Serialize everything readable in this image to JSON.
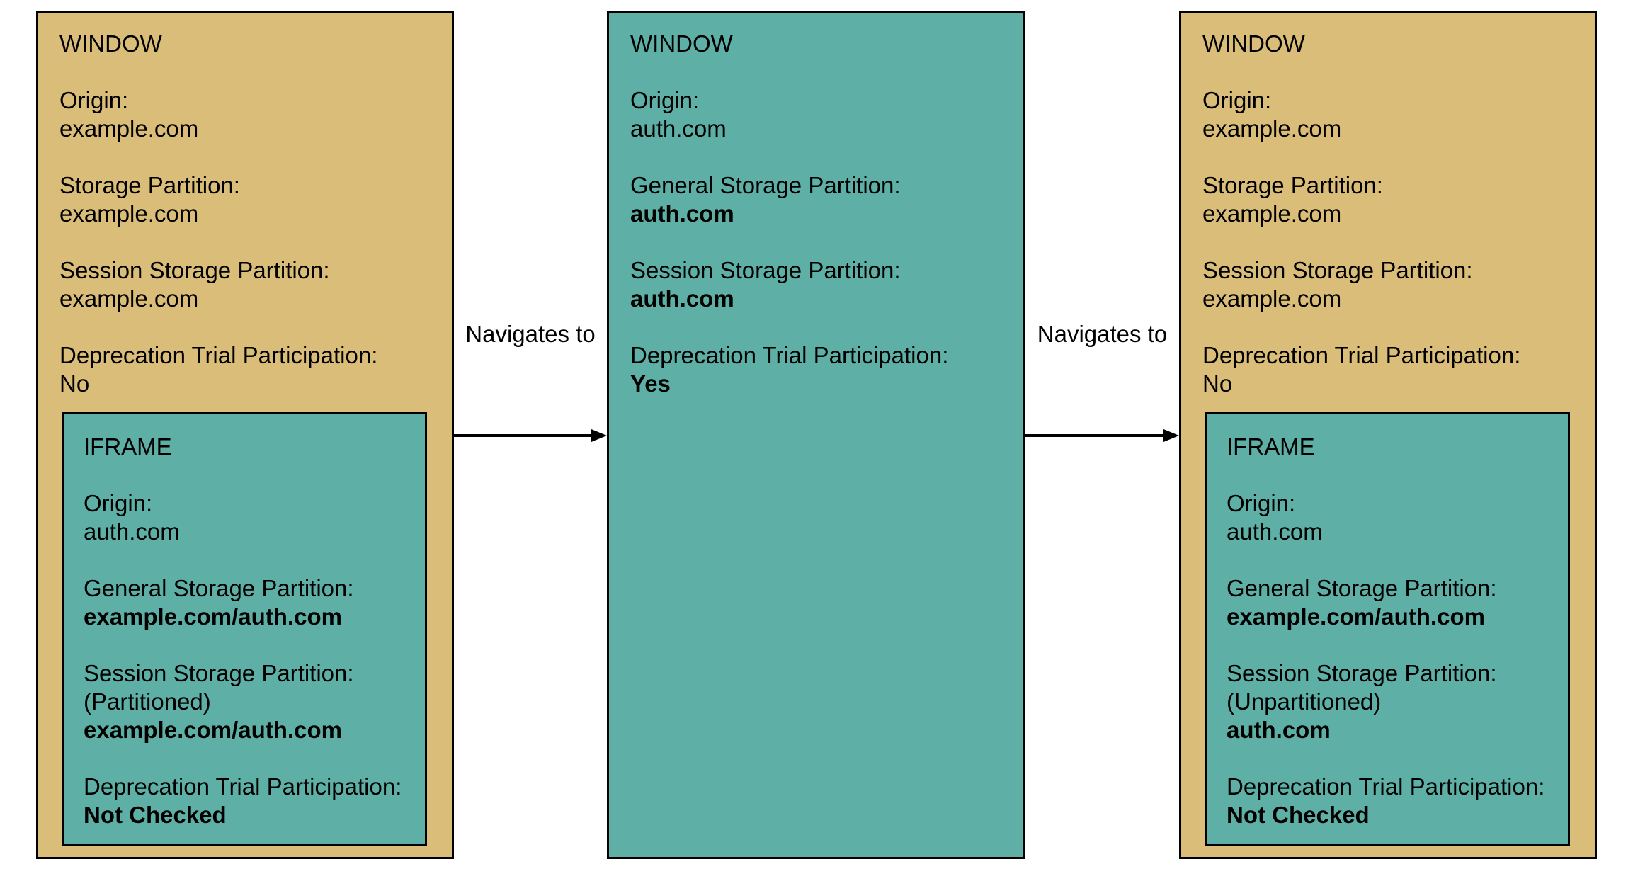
{
  "colors": {
    "window_fill": "#DABD78",
    "iframe_fill": "#5EB0A6",
    "border": "#000000",
    "text": "#000000",
    "background": "#FFFFFF"
  },
  "windows": [
    {
      "title": "WINDOW",
      "fields": [
        {
          "label": "Origin:",
          "value": "example.com"
        },
        {
          "label": "Storage Partition:",
          "value": "example.com"
        },
        {
          "label": "Session Storage Partition:",
          "value": "example.com"
        },
        {
          "label": "Deprecation Trial Participation:",
          "value": "No"
        }
      ],
      "iframe": {
        "title": "IFRAME",
        "fields": [
          {
            "label": "Origin:",
            "value": "auth.com"
          },
          {
            "label": "General Storage Partition:",
            "value": "example.com/auth.com"
          },
          {
            "label": "Session Storage Partition:",
            "note": "(Partitioned)",
            "value": "example.com/auth.com"
          },
          {
            "label": "Deprecation Trial Participation:",
            "value": "Not Checked"
          }
        ]
      }
    },
    {
      "title": "WINDOW",
      "fields": [
        {
          "label": "Origin:",
          "value": "auth.com"
        },
        {
          "label": "General Storage Partition:",
          "value": "auth.com"
        },
        {
          "label": "Session Storage Partition:",
          "value": "auth.com"
        },
        {
          "label": "Deprecation Trial Participation:",
          "value": "Yes"
        }
      ]
    },
    {
      "title": "WINDOW",
      "fields": [
        {
          "label": "Origin:",
          "value": "example.com"
        },
        {
          "label": "Storage Partition:",
          "value": "example.com"
        },
        {
          "label": "Session Storage Partition:",
          "value": "example.com"
        },
        {
          "label": "Deprecation Trial Participation:",
          "value": "No"
        }
      ],
      "iframe": {
        "title": "IFRAME",
        "fields": [
          {
            "label": "Origin:",
            "value": "auth.com"
          },
          {
            "label": "General Storage Partition:",
            "value": "example.com/auth.com"
          },
          {
            "label": "Session Storage Partition:",
            "note": "(Unpartitioned)",
            "value": "auth.com"
          },
          {
            "label": "Deprecation Trial Participation:",
            "value": "Not Checked"
          }
        ]
      }
    }
  ],
  "arrows": [
    {
      "label": "Navigates to"
    },
    {
      "label": "Navigates to"
    }
  ]
}
